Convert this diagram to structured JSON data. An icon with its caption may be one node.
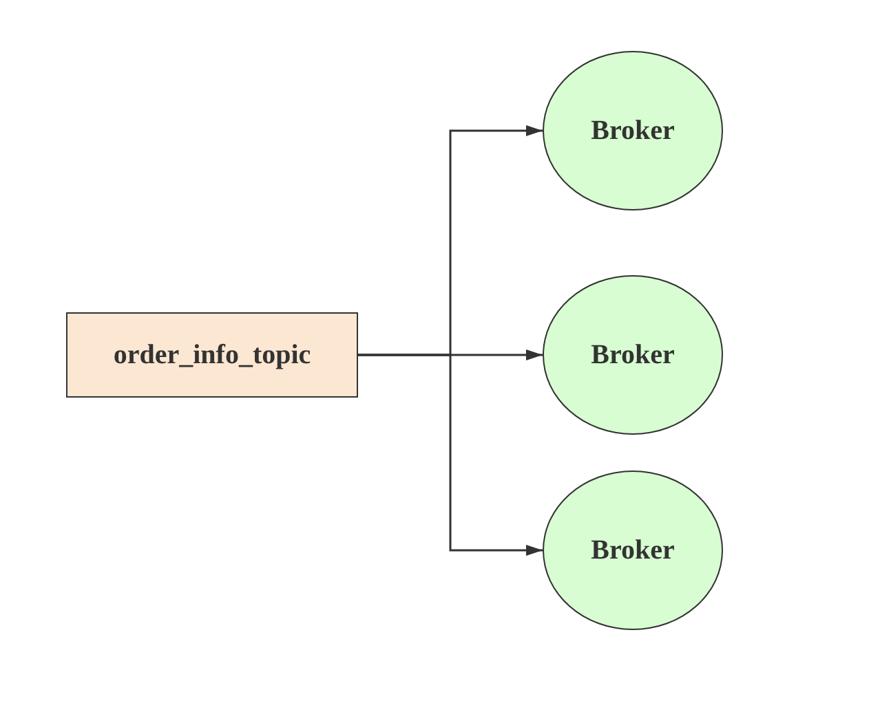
{
  "diagram": {
    "nodes": [
      {
        "text": [
          "order_info_topic"
        ]
      },
      {
        "text": [
          "Broker"
        ]
      },
      {
        "text": [
          "Broker"
        ]
      },
      {
        "text": [
          "Broker"
        ]
      }
    ],
    "edges": [
      {
        "from": 0,
        "to": 1,
        "arrow": "to"
      },
      {
        "from": 0,
        "to": 2,
        "arrow": "to"
      },
      {
        "from": 0,
        "to": 3,
        "arrow": "to"
      }
    ]
  }
}
